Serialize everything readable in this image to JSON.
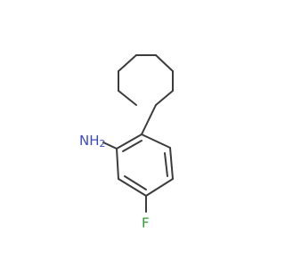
{
  "molecule": {
    "atoms": [
      {
        "id": "nh2",
        "label": "NH",
        "subscript": "2",
        "color": "#3b4bc7"
      },
      {
        "id": "f",
        "label": "F",
        "color": "#2f9e2f"
      }
    ],
    "bond_color": "#3c3c3c"
  }
}
